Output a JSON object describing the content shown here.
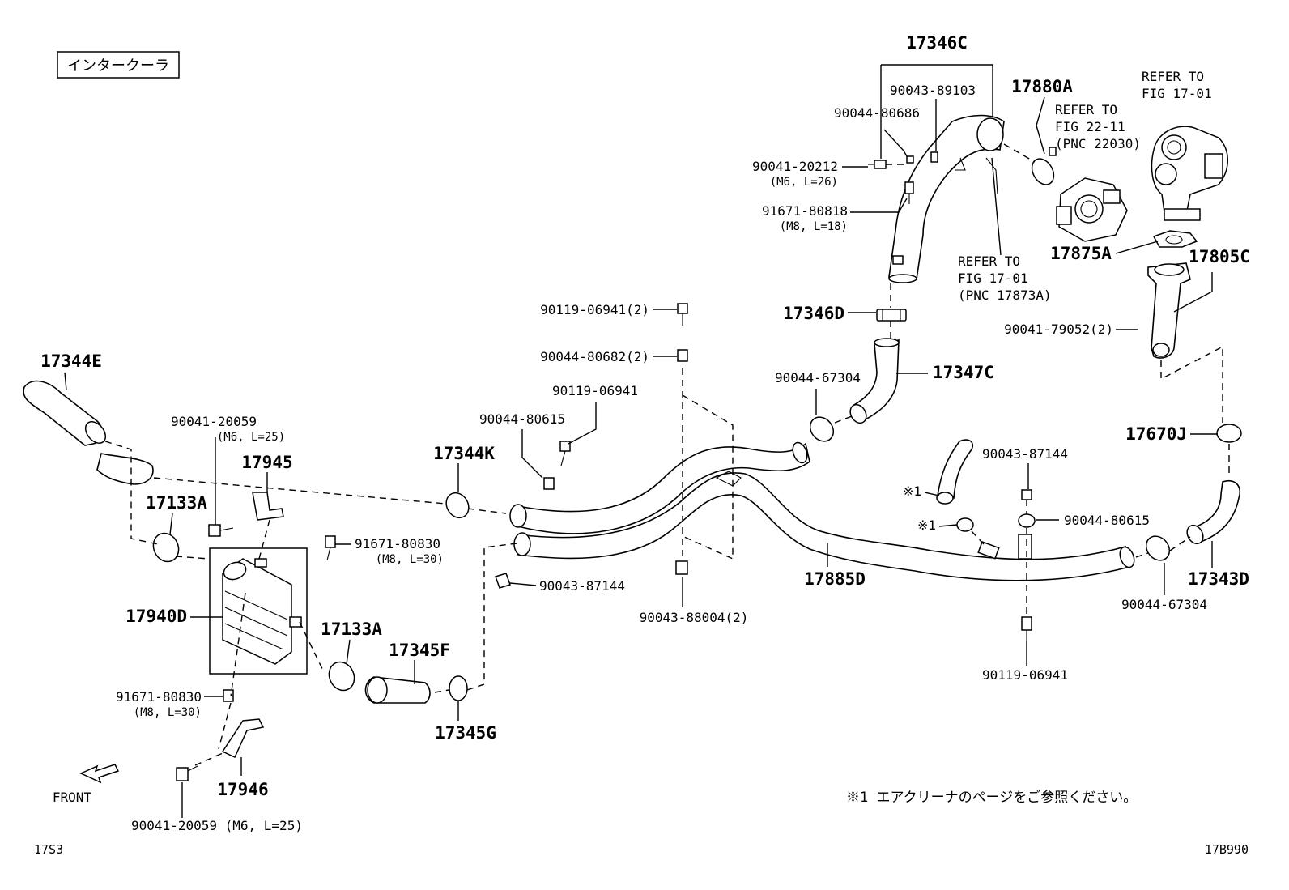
{
  "title_box": "インタークーラ",
  "front_label": "FRONT",
  "footnote": "※1 エアクリーナのページをご参照ください。",
  "corner_left": "17S3",
  "corner_right": "17B990",
  "callouts": {
    "p17346C": "17346C",
    "p90043_89103": "90043-89103",
    "p90044_80686": "90044-80686",
    "p90041_20212": "90041-20212",
    "p90041_20212_spec": "(M6, L=26)",
    "p91671_80818": "91671-80818",
    "p91671_80818_spec": "(M8, L=18)",
    "p17880A": "17880A",
    "ref_fig22_1": "REFER TO",
    "ref_fig22_2": "FIG 22-11",
    "ref_fig22_3": "(PNC 22030)",
    "ref_fig17_top_1": "REFER TO",
    "ref_fig17_top_2": "FIG 17-01",
    "ref_fig17_mid_1": "REFER TO",
    "ref_fig17_mid_2": "FIG 17-01",
    "ref_fig17_mid_3": "(PNC 17873A)",
    "p17875A": "17875A",
    "p17805C": "17805C",
    "p17346D": "17346D",
    "p90041_79052": "90041-79052(2)",
    "p90119_06941_2": "90119-06941(2)",
    "p90044_80682": "90044-80682(2)",
    "p90119_06941_a": "90119-06941",
    "p90044_80615_a": "90044-80615",
    "p17344K": "17344K",
    "p90044_67304_a": "90044-67304",
    "p17347C": "17347C",
    "p17344E": "17344E",
    "p90041_20059_a": "90041-20059",
    "p90041_20059_a_spec": "(M6, L=25)",
    "p17945": "17945",
    "p17133A_a": "17133A",
    "p91671_80830_a": "91671-80830",
    "p91671_80830_a_spec": "(M8, L=30)",
    "p17940D": "17940D",
    "p17133A_b": "17133A",
    "p17345F": "17345F",
    "p90043_87144_a": "90043-87144",
    "p90043_88004": "90043-88004(2)",
    "p17885D": "17885D",
    "p17670J": "17670J",
    "p90043_87144_b": "90043-87144",
    "mark1_a": "※1",
    "mark1_b": "※1",
    "p90044_80615_b": "90044-80615",
    "p17343D": "17343D",
    "p90044_67304_b": "90044-67304",
    "p90119_06941_b": "90119-06941",
    "p91671_80830_b": "91671-80830",
    "p91671_80830_b_spec": "(M8, L=30)",
    "p17345G": "17345G",
    "p17946": "17946",
    "p90041_20059_b": "90041-20059 (M6, L=25)"
  }
}
